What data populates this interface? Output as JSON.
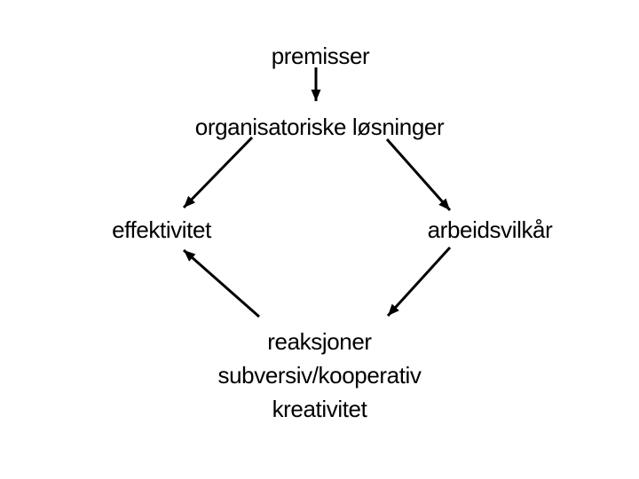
{
  "page": {
    "background_color": "#ffffff",
    "ink_color": "#000000"
  },
  "diagram": {
    "type": "flow-diagram",
    "nodes": {
      "premisser": {
        "label": "premisser"
      },
      "organisatoriske": {
        "label": "organisatoriske løsninger"
      },
      "effektivitet": {
        "label": "effektivitet"
      },
      "arbeidsvilkar": {
        "label": "arbeidsvilkår"
      },
      "reaksjoner": {
        "line1": "reaksjoner",
        "line2": "subversiv/kooperativ",
        "line3": "kreativitet"
      }
    },
    "edges": [
      {
        "from": "premisser",
        "to": "organisatoriske løsninger"
      },
      {
        "from": "organisatoriske løsninger",
        "to": "effektivitet"
      },
      {
        "from": "organisatoriske løsninger",
        "to": "arbeidsvilkår"
      },
      {
        "from": "arbeidsvilkår",
        "to": "reaksjoner subversiv/kooperativ kreativitet"
      },
      {
        "from": "reaksjoner subversiv/kooperativ kreativitet",
        "to": "effektivitet"
      }
    ]
  }
}
